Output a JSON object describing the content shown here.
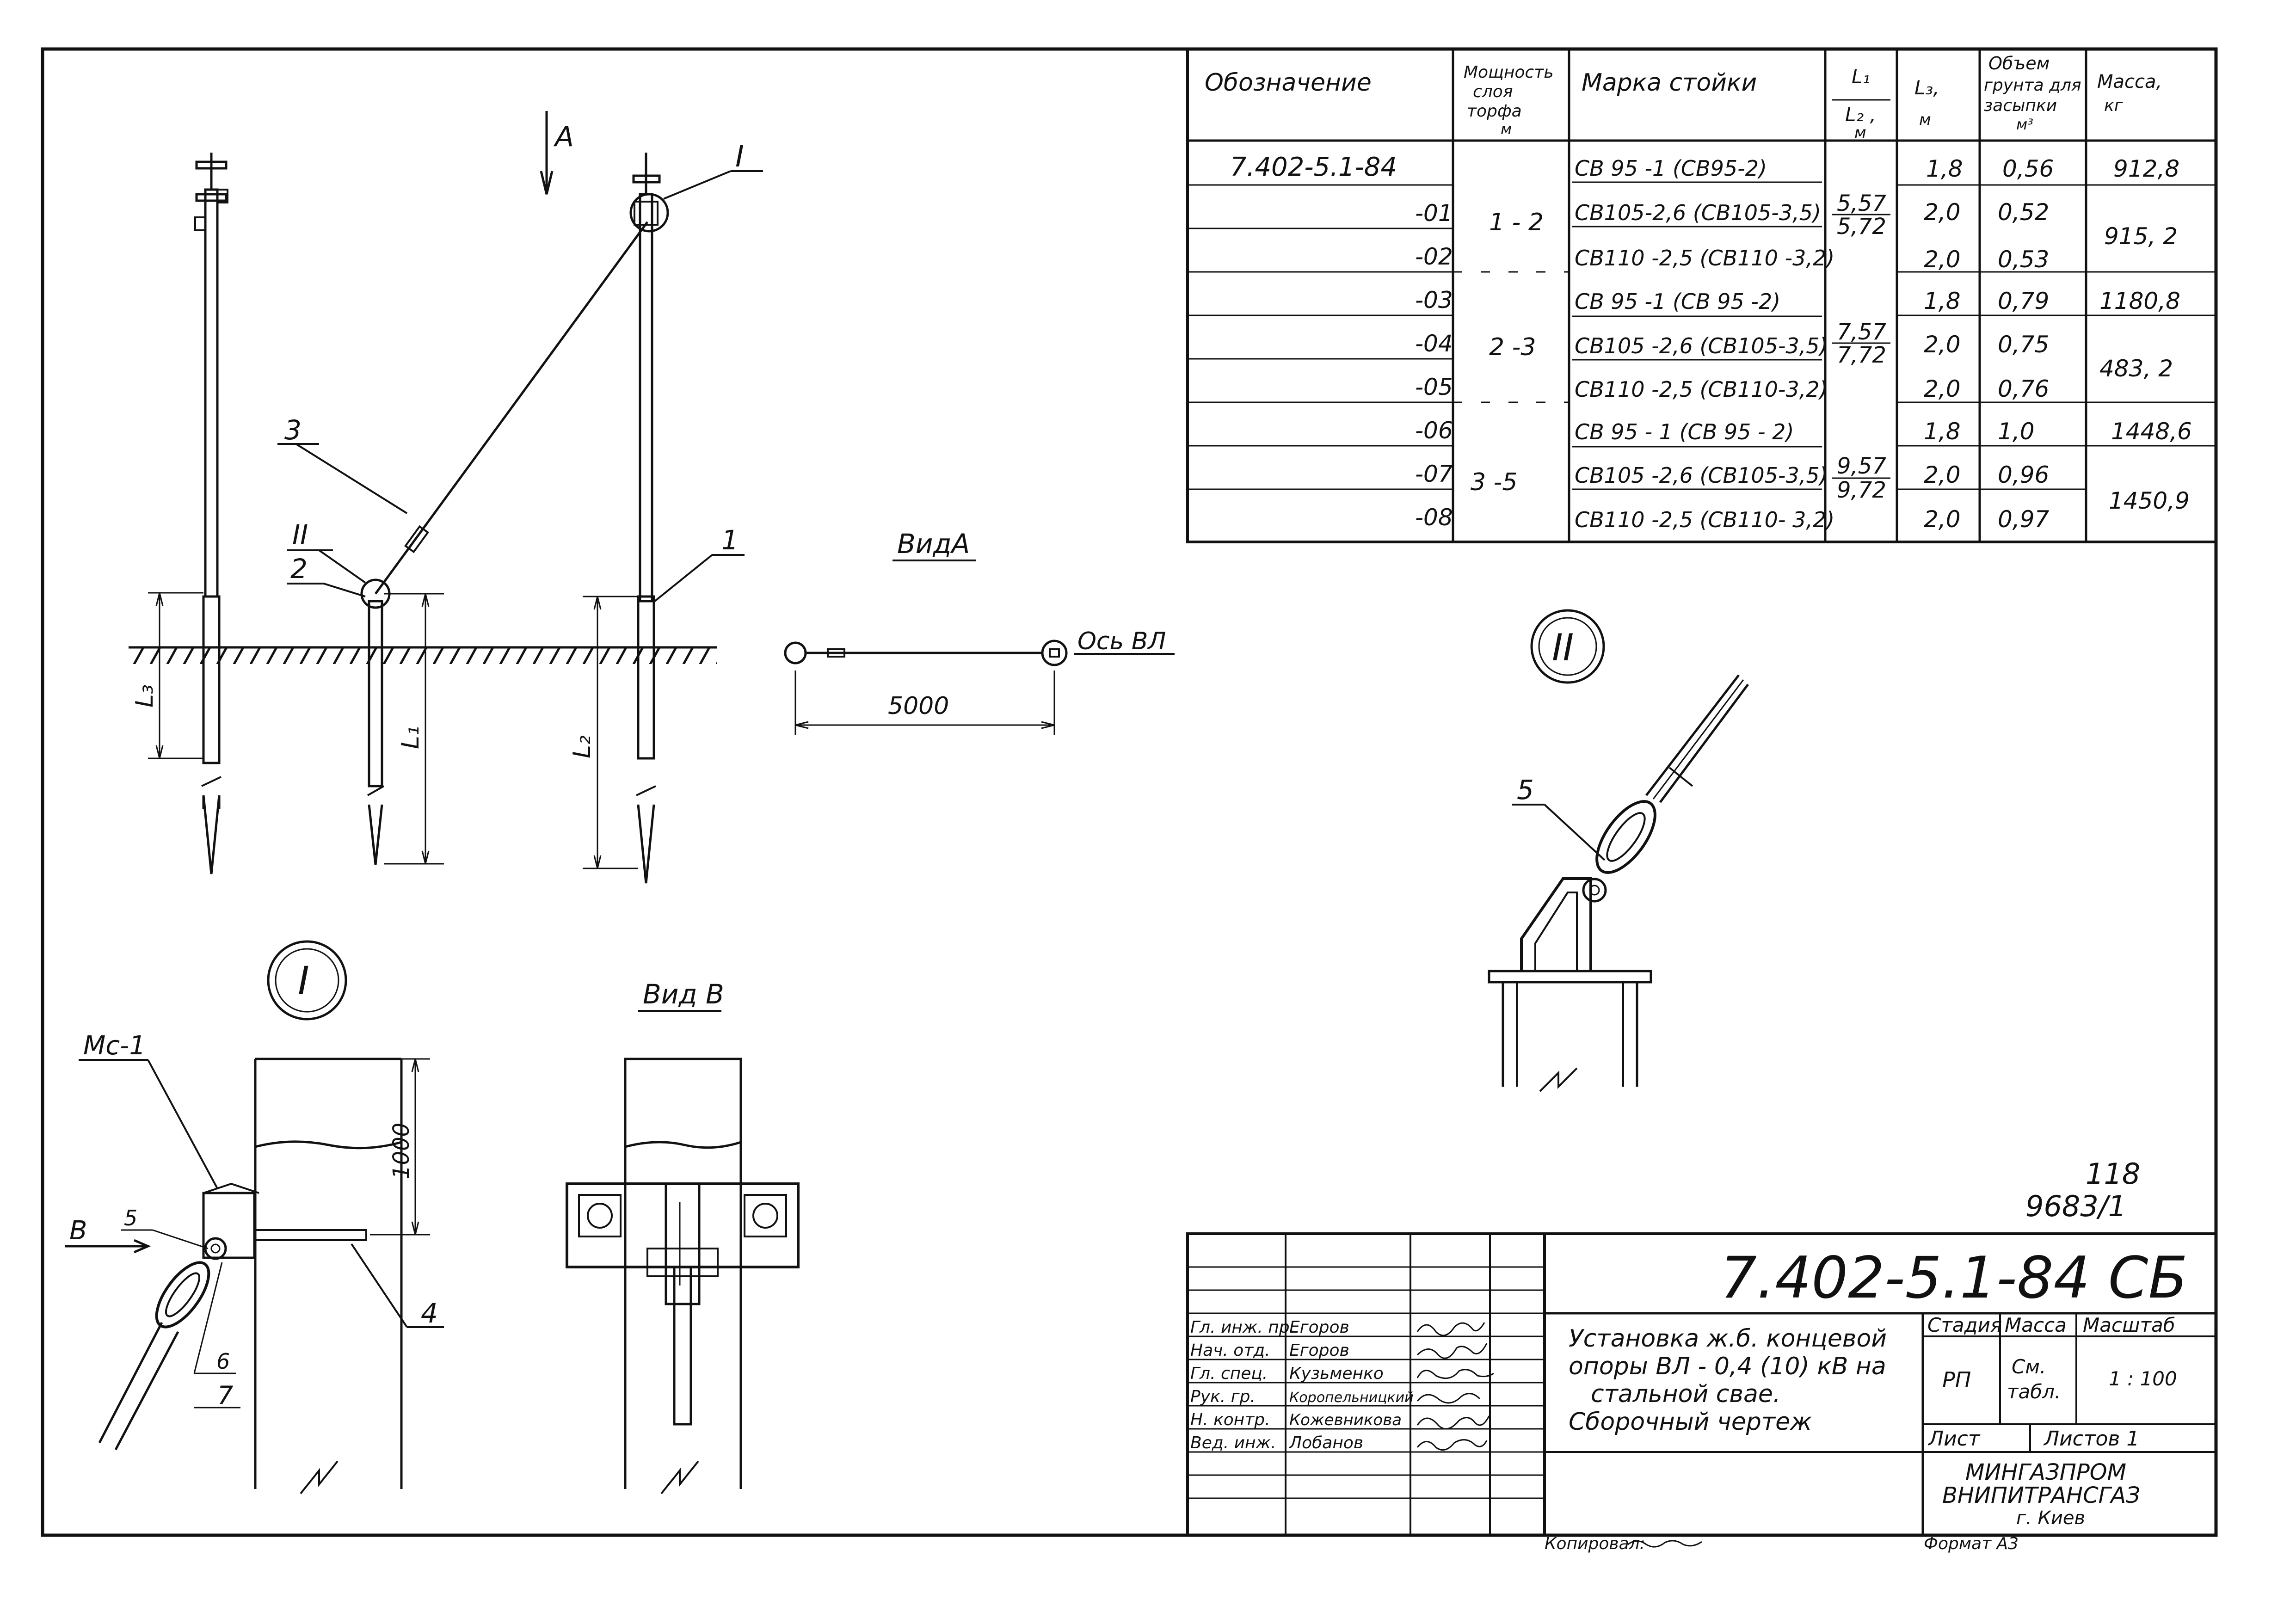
{
  "spec_table": {
    "headers": {
      "designation": "Обозначение",
      "peat_line1": "Мощность",
      "peat_line2": "слоя",
      "peat_line3": "торфа",
      "peat_unit": "м",
      "post_mark": "Марка  стойки",
      "l1": "L₁",
      "l2": "L₂ ,",
      "l_unit": "м",
      "l3": "L₃,",
      "l3_unit": "м",
      "vol_line1": "Объем",
      "vol_line2": "грунта для",
      "vol_line3": "засыпки",
      "vol_unit": "м³",
      "mass_line1": "Масса,",
      "mass_unit": "кг"
    },
    "rows": [
      {
        "code": "7.402-5.1-84",
        "mark": "СВ 95 -1 (СВ95-2)",
        "l3": "1,8",
        "vol": "0,56",
        "mass": "912,8"
      },
      {
        "code": "-01",
        "mark": "СВ105-2,6 (СВ105-3,5)",
        "l3": "2,0",
        "vol": "0,52"
      },
      {
        "code": "-02",
        "mark": "СВ110 -2,5 (СВ110 -3,2)",
        "l3": "2,0",
        "vol": "0,53"
      },
      {
        "code": "-03",
        "mark": "СВ 95 -1 (СВ 95 -2)",
        "l3": "1,8",
        "vol": "0,79",
        "mass": "1180,8"
      },
      {
        "code": "-04",
        "mark": "СВ105 -2,6 (СВ105-3,5)",
        "l3": "2,0",
        "vol": "0,75"
      },
      {
        "code": "-05",
        "mark": "СВ110 -2,5 (СВ110-3,2)",
        "l3": "2,0",
        "vol": "0,76"
      },
      {
        "code": "-06",
        "mark": "СВ 95 - 1 (СВ 95 - 2)",
        "l3": "1,8",
        "vol": "1,0",
        "mass": "1448,6"
      },
      {
        "code": "-07",
        "mark": "СВ105 -2,6 (СВ105-3,5)",
        "l3": "2,0",
        "vol": "0,96"
      },
      {
        "code": "-08",
        "mark": "СВ110 -2,5 (СВ110- 3,2)",
        "l3": "2,0",
        "vol": "0,97"
      }
    ],
    "peat_groups": [
      "1 - 2",
      "2 -3",
      "3 -5"
    ],
    "l1_groups": [
      "5,57",
      "7,57",
      "9,57"
    ],
    "l2_groups": [
      "5,72",
      "7,72",
      "9,72"
    ],
    "mass_groups": [
      "915, 2",
      "483, 2",
      "1450,9"
    ]
  },
  "drawing": {
    "arrow_a": "А",
    "callout_1": "1",
    "callout_2": "2",
    "callout_3": "3",
    "callout_4": "4",
    "callout_5": "5",
    "callout_6": "6",
    "callout_7": "7",
    "node_i": "I",
    "node_ii": "II",
    "dim_l3": "L₃",
    "dim_l1": "L₁",
    "dim_l2": "L₂",
    "view_a": "ВидА",
    "axis_label": "Ось ВЛ",
    "dim_5000": "5000",
    "view_b": "Вид В",
    "mc1": "Мс-1",
    "arrow_b": "В",
    "dim_1000": "1000"
  },
  "sheet_numbers": {
    "top": "118",
    "bottom": "9683/1"
  },
  "title_block": {
    "doc_number": "7.402-5.1-84 СБ",
    "title_line1": "Установка  ж.б.  концевой",
    "title_line2": "опоры  ВЛ - 0,4 (10) кВ  на",
    "title_line3": "стальной  свае.",
    "title_line4": "Сборочный   чертеж",
    "stage_label": "Стадия",
    "stage_value": "РП",
    "mass_label": "Масса",
    "mass_value_1": "См.",
    "mass_value_2": "табл.",
    "scale_label": "Масштаб",
    "scale_value": "1 : 100",
    "sheet_label": "Лист",
    "sheets_label": "Листов  1",
    "org_line1": "МИНГАЗПРОМ",
    "org_line2": "ВНИПИТРАНСГАЗ",
    "org_line3": "г. Киев",
    "staff": [
      {
        "role": "Гл. инж. пр.",
        "name": "Егоров"
      },
      {
        "role": "Нач. отд.",
        "name": "Егоров"
      },
      {
        "role": "Гл. спец.",
        "name": "Кузьменко"
      },
      {
        "role": "Рук. гр.",
        "name": "Коропельницкий"
      },
      {
        "role": "Н. контр.",
        "name": "Кожевникова"
      },
      {
        "role": "Вед. инж.",
        "name": "Лобанов"
      }
    ]
  },
  "footer": {
    "copied": "Копировал:",
    "format": "Формат А3"
  }
}
